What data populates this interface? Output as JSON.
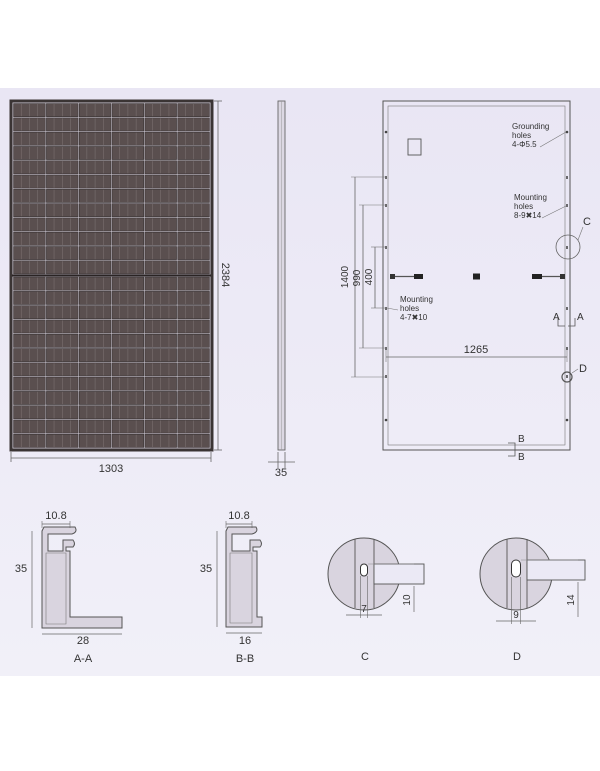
{
  "front_view": {
    "width_label": "1303",
    "height_label": "2384"
  },
  "side_view": {
    "thickness_label": "35"
  },
  "rear_view": {
    "grounding_holes": [
      "Grounding",
      "holes",
      "4-Φ5.5"
    ],
    "mounting_holes_right": [
      "Mounting",
      "holes",
      "8-9✖14"
    ],
    "mounting_holes_left": [
      "Mounting",
      "holes",
      "4-7✖10"
    ],
    "dim_1400": "1400",
    "dim_990": "990",
    "dim_400": "400",
    "dim_1265": "1265",
    "callout_c": "C",
    "callout_d": "D",
    "section_a_left": "A",
    "section_a_right": "A",
    "section_b_top": "B",
    "section_b_bottom": "B"
  },
  "section_aa": {
    "top_width": "10.8",
    "height": "35",
    "bottom_width": "28",
    "caption": "A-A"
  },
  "section_bb": {
    "top_width": "10.8",
    "height": "35",
    "bottom_width": "16",
    "caption": "B-B"
  },
  "detail_c": {
    "slot_width": "7",
    "slot_length": "10",
    "caption": "C"
  },
  "detail_d": {
    "slot_width": "9",
    "slot_length": "14",
    "caption": "D"
  },
  "colors": {
    "background": "#ebe9f5",
    "line": "#555555",
    "panel_frame": "#3a3434",
    "cell_fill": "#5a4f4f"
  }
}
